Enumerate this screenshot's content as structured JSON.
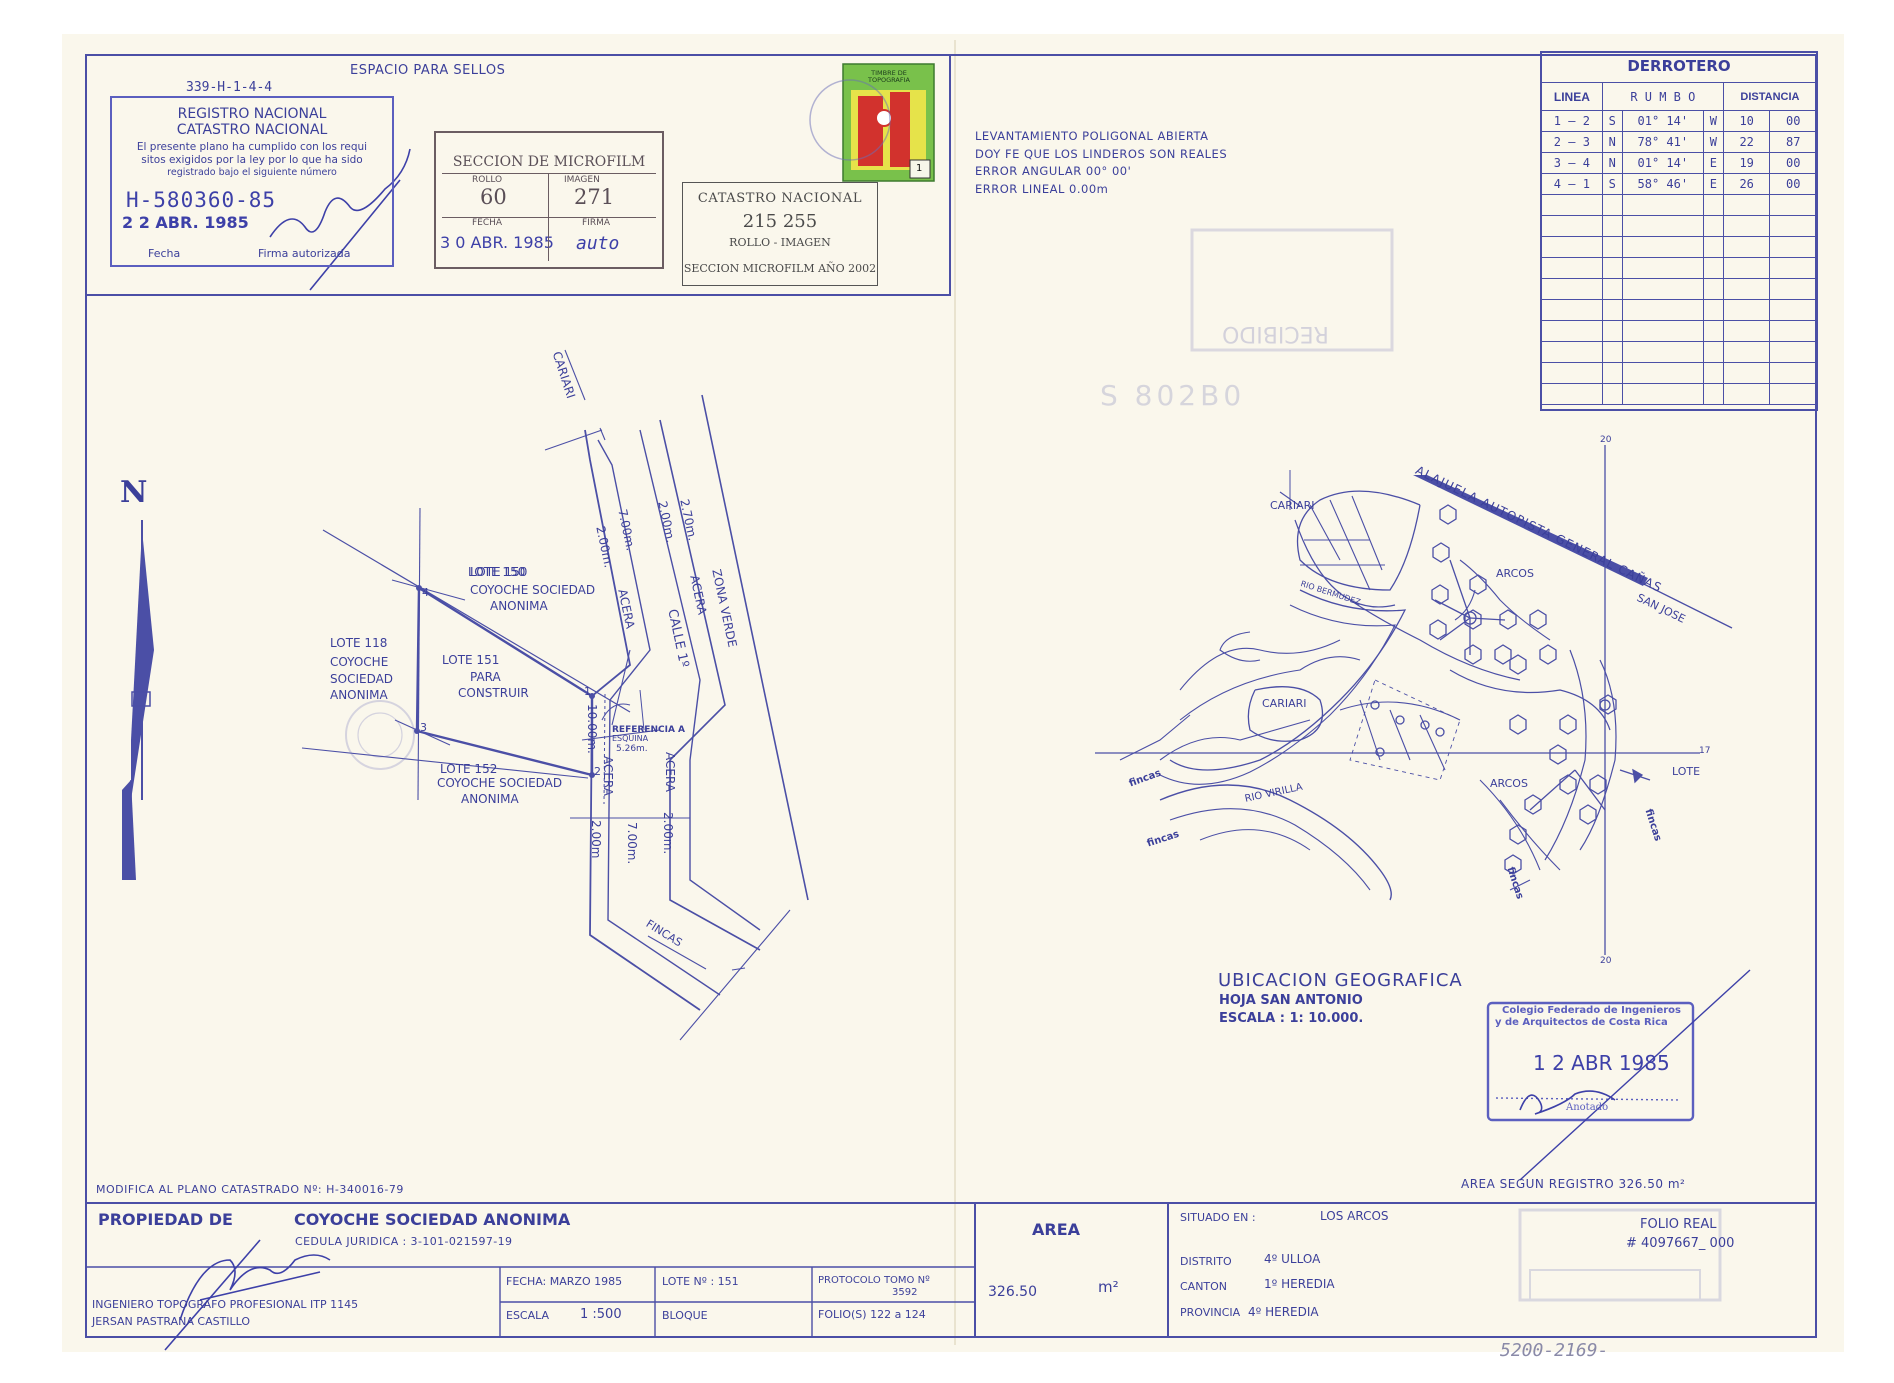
{
  "header": {
    "plan_id_top": "339-H-1-4-4",
    "espacio_sellos": "ESPACIO PARA SELLOS"
  },
  "stamp_registro": {
    "line1": "REGISTRO NACIONAL",
    "line2": "CATASTRO NACIONAL",
    "text1": "El presente plano ha cumplido con los requi",
    "text2": "sitos exigidos por la ley por lo que ha sido",
    "text3": "registrado bajo el siguiente número",
    "number": "H-580360-85",
    "date": "2 2 ABR. 1985",
    "fecha_label": "Fecha",
    "firma_label": "Firma autorizada"
  },
  "stamp_microfilm": {
    "title": "SECCION DE MICROFILM",
    "rollo_label": "ROLLO",
    "imagen_label": "IMAGEN",
    "rollo": "60",
    "imagen": "271",
    "fecha_label": "FECHA",
    "firma_label": "FIRMA",
    "fecha": "3 0 ABR. 1985",
    "firma": "auto"
  },
  "stamp_catastro": {
    "title": "CATASTRO NACIONAL",
    "number": "215 255",
    "sub": "ROLLO - IMAGEN",
    "footer": "SECCION MICROFILM AÑO 2002"
  },
  "fiscal_stamp": {
    "text": "TIMBRE DE TOPOGRAFIA",
    "value": "1"
  },
  "survey_notes": [
    "LEVANTAMIENTO POLIGONAL ABIERTA",
    "DOY FE QUE LOS LINDEROS SON REALES",
    "ERROR ANGULAR 00° 00'",
    "ERROR LINEAL 0.00m"
  ],
  "derrotero": {
    "title": "DERROTERO",
    "headers": [
      "LINEA",
      "R U M B O",
      "DISTANCIA"
    ],
    "rows": [
      [
        "1 — 2",
        "S",
        "01° 14'",
        "W",
        "10",
        "00"
      ],
      [
        "2 — 3",
        "N",
        "78° 41'",
        "W",
        "22",
        "87"
      ],
      [
        "3 — 4",
        "N",
        "01° 14'",
        "E",
        "19",
        "00"
      ],
      [
        "4 — 1",
        "S",
        "58° 46'",
        "E",
        "26",
        "00"
      ]
    ],
    "empty_rows": 10
  },
  "plan": {
    "north": "N",
    "cariari_label": "CARIARI",
    "lote150": [
      "LOTE 150",
      "COYOCHE SOCIEDAD",
      "ANONIMA"
    ],
    "lote118": [
      "LOTE 118",
      "COYOCHE",
      "SOCIEDAD",
      "ANONIMA"
    ],
    "lote151": [
      "LOTE 151",
      "PARA",
      "CONSTRUIR"
    ],
    "lote152": [
      "LOTE 152",
      "COYOCHE SOCIEDAD",
      "ANONIMA"
    ],
    "points": [
      "1",
      "2",
      "3",
      "4"
    ],
    "street_dims": [
      "2.00m.",
      "7.00m.",
      "2.00m.",
      "2.70m."
    ],
    "street_labels": [
      "ACERA",
      "CALLE 1º",
      "ACERA",
      "ZONA VERDE"
    ],
    "lower_street_dims": [
      "2.00m",
      "7.00m.",
      "2.00m."
    ],
    "lower_labels": [
      "ACERA",
      "ACERA"
    ],
    "side_dim": "10.00m.",
    "referencia": [
      "REFERENCIA A",
      "ESQUINA",
      "5.26m."
    ],
    "fincas": "FINCAS"
  },
  "location_map": {
    "highway": "ALAJUELA AUTOPISTA GENERAL CAÑAS",
    "san_jose": "SAN JOSE",
    "cariari_top": "CARIARI",
    "cariari_mid": "CARIARI",
    "arcos_top": "ARCOS",
    "arcos_bottom": "ARCOS",
    "rio_bermudez": "RIO BERMUDEZ",
    "rio_virilla": "RIO VIRILLA",
    "fincas": [
      "fincas",
      "fincas",
      "fincas",
      "fincas"
    ],
    "lote": "LOTE",
    "grid_top": "20",
    "grid_bottom": "20",
    "grid_right": "17"
  },
  "ubicacion": {
    "title": "UBICACION GEOGRAFICA",
    "hoja": "HOJA SAN ANTONIO",
    "escala": "ESCALA : 1: 10.000."
  },
  "colegio_stamp": {
    "line1": "Colegio Federado de Ingenieros",
    "line2": "y de Arquitectos de Costa Rica",
    "date": "1 2 ABR 1985",
    "anotado": "Anotado"
  },
  "faded_stamp": {
    "text": "RECIBIDO",
    "number": "S 802B0"
  },
  "modifica": "MODIFICA AL PLANO CATASTRADO Nº: H-340016-79",
  "area_registro": "AREA SEGUN REGISTRO 326.50 m²",
  "title_block": {
    "propiedad_label": "PROPIEDAD DE",
    "propietario": "COYOCHE SOCIEDAD ANONIMA",
    "cedula": "CEDULA JURIDICA : 3-101-021597-19",
    "ingeniero_label": "INGENIERO TOPOGRAFO PROFESIONAL ITP 1145",
    "ingeniero": "JERSAN PASTRANA CASTILLO",
    "fecha": "FECHA: MARZO 1985",
    "escala_label": "ESCALA",
    "escala": "1 :500",
    "lote": "LOTE Nº : 151",
    "bloque": "BLOQUE",
    "protocolo": "PROTOCOLO TOMO Nº",
    "protocolo_num": "3592",
    "folio": "FOLIO(S) 122 a 124",
    "area_label": "AREA",
    "area_value": "326.50",
    "area_unit": "m²",
    "situado_label": "SITUADO EN :",
    "situado": "LOS ARCOS",
    "distrito_label": "DISTRITO",
    "distrito": "4º ULLOA",
    "canton_label": "CANTON",
    "canton": "1º HEREDIA",
    "provincia_label": "PROVINCIA",
    "provincia": "4º HEREDIA",
    "folio_real_label": "FOLIO REAL",
    "folio_real": "# 4097667_ 000"
  },
  "bottom_note": "5200-2169-"
}
